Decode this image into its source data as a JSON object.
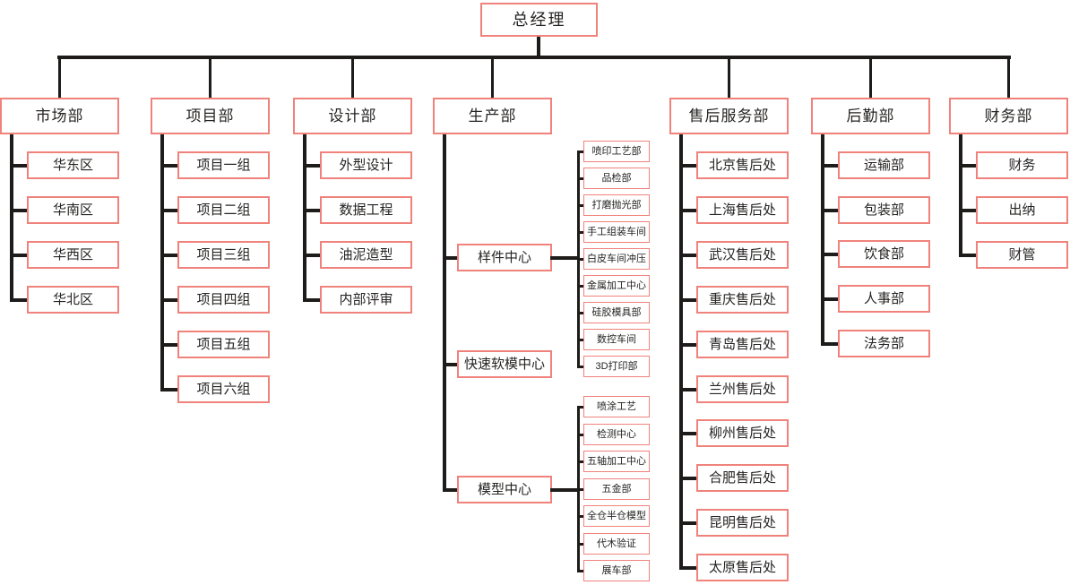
{
  "org_chart": {
    "root": "总经理",
    "departments": [
      {
        "name": "市场部",
        "children": [
          "华东区",
          "华南区",
          "华西区",
          "华北区"
        ]
      },
      {
        "name": "项目部",
        "children": [
          "项目一组",
          "项目二组",
          "项目三组",
          "项目四组",
          "项目五组",
          "项目六组"
        ]
      },
      {
        "name": "设计部",
        "children": [
          "外型设计",
          "数据工程",
          "油泥造型",
          "内部评审"
        ]
      },
      {
        "name": "生产部",
        "children": [
          {
            "name": "样件中心",
            "children": [
              "喷印工艺部",
              "品检部",
              "打磨抛光部",
              "手工组装车间",
              "白皮车间冲压",
              "金属加工中心",
              "硅胶模具部",
              "数控车间",
              "3D打印部"
            ]
          },
          {
            "name": "快速软模中心",
            "children": []
          },
          {
            "name": "模型中心",
            "children": [
              "喷涂工艺",
              "检测中心",
              "五轴加工中心",
              "五金部",
              "全仓半仓模型",
              "代木验证",
              "展车部"
            ]
          }
        ]
      },
      {
        "name": "售后服务部",
        "children": [
          "北京售后处",
          "上海售后处",
          "武汉售后处",
          "重庆售后处",
          "青岛售后处",
          "兰州售后处",
          "柳州售后处",
          "合肥售后处",
          "昆明售后处",
          "太原售后处"
        ]
      },
      {
        "name": "后勤部",
        "children": [
          "运输部",
          "包装部",
          "饮食部",
          "人事部",
          "法务部"
        ]
      },
      {
        "name": "财务部",
        "children": [
          "财务",
          "出纳",
          "财管"
        ]
      }
    ],
    "colors": {
      "box_border": "#f0827c",
      "line": "#1d1c1a",
      "text": "#262423",
      "background": "#ffffff"
    }
  }
}
